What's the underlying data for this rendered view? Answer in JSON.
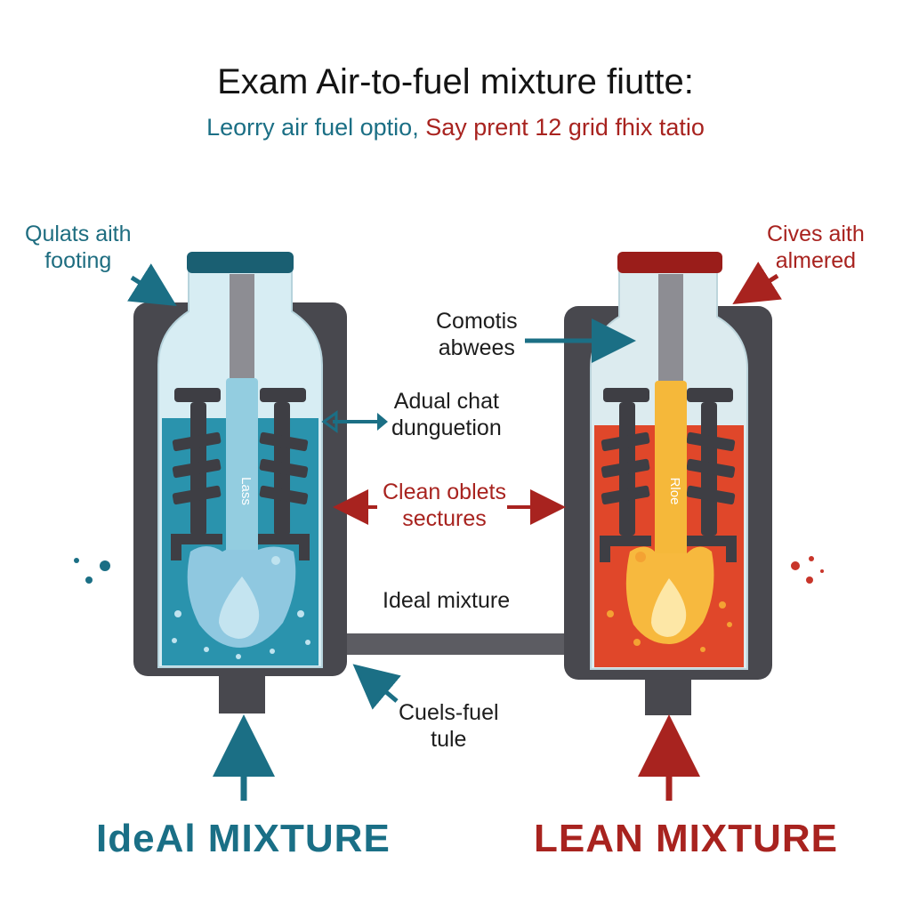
{
  "title": "Exam Air-to-fuel mixture fiutte:",
  "subtitle": {
    "left": "Leorry air fuel optio,",
    "right": "Say prent 12 grid fhix tatio"
  },
  "labels": {
    "top_left": "Qulats aith\nfooting",
    "top_right": "Cives aith\nalmered",
    "comotis": "Comotis\nabwees",
    "adual": "Adual chat\ndunguetion",
    "clean": "Clean oblets\nsectures",
    "ideal_center": "Ideal mixture",
    "cuels": "Cuels-fuel\ntule",
    "left_tank_tag": "Lass",
    "right_tank_tag": "Rloe",
    "bottom_left": "IdeAl MIXTURE",
    "bottom_right": "LEAN MIXTURE"
  },
  "colors": {
    "blue_accent": "#1b6f85",
    "red_accent": "#a8231f",
    "tank_frame": "#4a4a50",
    "ideal_liquid": "#2a93ad",
    "lean_liquid": "#e0472a",
    "lean_flame": "#f5b83a"
  }
}
